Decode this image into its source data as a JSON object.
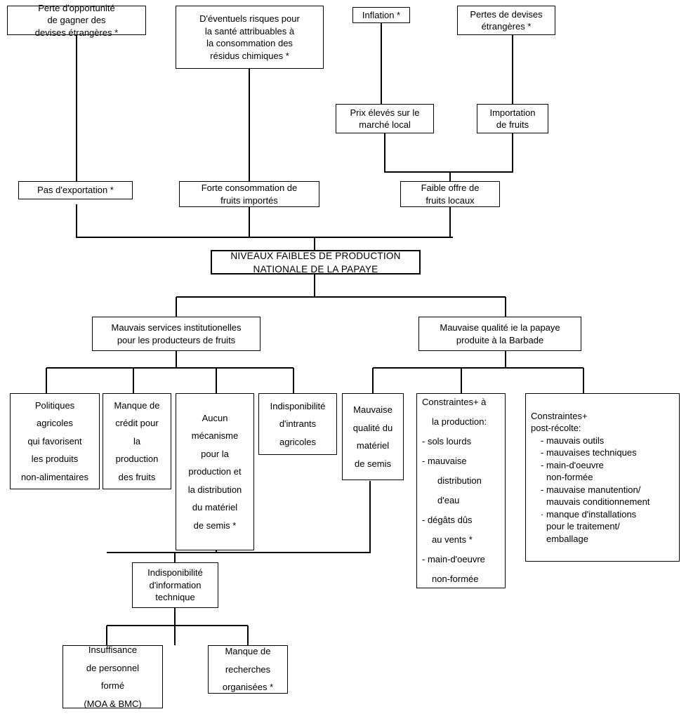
{
  "diagram": {
    "title": "Arbre a problemes - production nationale de la papaye",
    "language": "fr",
    "stroke_color": "#000000",
    "background_color": "#ffffff"
  },
  "nodes": {
    "perte_opportunite": {
      "id": "perte-opportunite",
      "lines": [
        "Perte d'opportunité",
        "de gagner des",
        "devises étrangères *"
      ]
    },
    "risques_sante": {
      "id": "risques-sante",
      "lines": [
        "D'éventuels risques pour",
        "la santé attribuables à",
        "la consommation des",
        "résidus chimiques *"
      ]
    },
    "inflation": {
      "id": "inflation",
      "lines": [
        "Inflation *"
      ]
    },
    "pertes_devises": {
      "id": "pertes-devises",
      "lines": [
        "Pertes de devises",
        "étrangères *"
      ]
    },
    "prix_eleves": {
      "id": "prix-eleves",
      "lines": [
        "Prix élevés sur le",
        "marché local"
      ]
    },
    "importation_fruits": {
      "id": "importation-fruits",
      "lines": [
        "Importation",
        "de fruits"
      ]
    },
    "pas_exportation": {
      "id": "pas-exportation",
      "lines": [
        "Pas d'exportation *"
      ]
    },
    "forte_consommation": {
      "id": "forte-consommation",
      "lines": [
        "Forte consommation de",
        "fruits importés"
      ]
    },
    "faible_offre": {
      "id": "faible-offre",
      "lines": [
        "Faible offre de",
        "fruits locaux"
      ]
    },
    "core_problem": {
      "id": "core-problem",
      "lines": [
        "NIVEAUX FAIBLES DE PRODUCTION",
        "NATIONALE DE LA PAPAYE"
      ]
    },
    "mauvais_services": {
      "id": "mauvais-services",
      "lines": [
        "Mauvais services institutionelles",
        "pour les producteurs de fruits"
      ]
    },
    "mauvaise_qualite_papaye": {
      "id": "mauvaise-qualite-papaye",
      "lines": [
        "Mauvaise qualité ie la papaye",
        "produite à la Barbade"
      ]
    },
    "politiques_agricoles": {
      "id": "politiques-agricoles",
      "lines": [
        "Politiques",
        "agricoles",
        "qui favorisent",
        "les produits",
        "non-alimentaires"
      ]
    },
    "manque_credit": {
      "id": "manque-credit",
      "lines": [
        "Manque de",
        "crédit pour",
        "la",
        "production",
        "des fruits"
      ]
    },
    "aucun_mecanisme": {
      "id": "aucun-mecanisme",
      "lines": [
        "Aucun",
        "mécanisme",
        "pour la",
        "production et",
        "la distribution",
        "du matériel",
        "de semis *"
      ]
    },
    "indisponibilite_intrants": {
      "id": "indisponibilite-intrants",
      "lines": [
        "Indisponibilité",
        "d'intrants",
        "agricoles"
      ]
    },
    "mauvaise_qualite_materiel": {
      "id": "mauvaise-qualite-materiel",
      "lines": [
        "Mauvaise",
        "qualité du",
        "matériel",
        "de semis"
      ]
    },
    "contraintes_production": {
      "id": "contraintes-production",
      "lines": [
        {
          "text": "Constraintes+ à",
          "indent": 0
        },
        {
          "text": "la production:",
          "indent": 1
        },
        {
          "text": "- sols lourds",
          "indent": 0
        },
        {
          "text": "- mauvaise",
          "indent": 0
        },
        {
          "text": "distribution",
          "indent": 2
        },
        {
          "text": "d'eau",
          "indent": 2
        },
        {
          "text": "- dégâts dûs",
          "indent": 0
        },
        {
          "text": "au vents *",
          "indent": 1
        },
        {
          "text": "- main-d'oeuvre",
          "indent": 0
        },
        {
          "text": "non-formée",
          "indent": 1
        }
      ]
    },
    "contraintes_post_recolte": {
      "id": "contraintes-post-recolte",
      "lines": [
        {
          "text": "Constraintes+",
          "indent": 0
        },
        {
          "text": "post-récolte:",
          "indent": 0
        },
        {
          "text": "- mauvais outils",
          "indent": 1
        },
        {
          "text": "- mauvaises techniques",
          "indent": 1
        },
        {
          "text": "- main-d'oeuvre",
          "indent": 1
        },
        {
          "text": "non-formée",
          "indent": 2
        },
        {
          "text": "- mauvaise manutention/",
          "indent": 1
        },
        {
          "text": "mauvais conditionnement",
          "indent": 2
        },
        {
          "text": "· manque d'installations",
          "indent": 1
        },
        {
          "text": "pour le traitement/",
          "indent": 2
        },
        {
          "text": "emballage",
          "indent": 2
        }
      ]
    },
    "indisponibilite_information": {
      "id": "indisponibilite-information",
      "lines": [
        "Indisponibilité",
        "d'information",
        "technique"
      ]
    },
    "insuffisance_personnel": {
      "id": "insuffisance-personnel",
      "lines": [
        "Insuffisance",
        "de personnel",
        "formé",
        "(MOA & BMC)"
      ]
    },
    "manque_recherches": {
      "id": "manque-recherches",
      "lines": [
        "Manque de",
        "recherches",
        "organisées *"
      ]
    }
  }
}
